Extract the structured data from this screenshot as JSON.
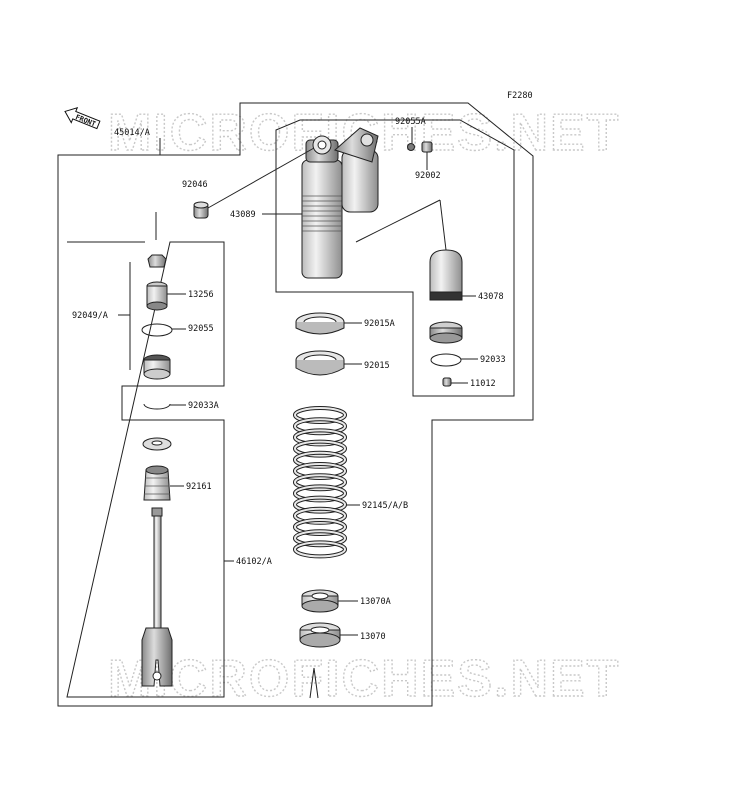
{
  "diagram": {
    "figure_code": "F2280",
    "watermark": "MICROFICHES.NET",
    "front_label": "FRONT",
    "labels": {
      "p45014A": "45014/A",
      "p92055A": "92055A",
      "p92002": "92002",
      "p92046": "92046",
      "p43089": "43089",
      "p43078": "43078",
      "p13256": "13256",
      "p92049A": "92049/A",
      "p92055": "92055",
      "p92015A": "92015A",
      "p92015": "92015",
      "p92033": "92033",
      "p11012": "11012",
      "p92033A": "92033A",
      "p92161": "92161",
      "p92145AB": "92145/A/B",
      "p46102A": "46102/A",
      "p13070A": "13070A",
      "p13070": "13070"
    }
  },
  "colors": {
    "line": "#222222",
    "part_fill": "#e6e6e6",
    "part_dark": "#9a9a9a",
    "watermark": "#c9c9c9"
  }
}
